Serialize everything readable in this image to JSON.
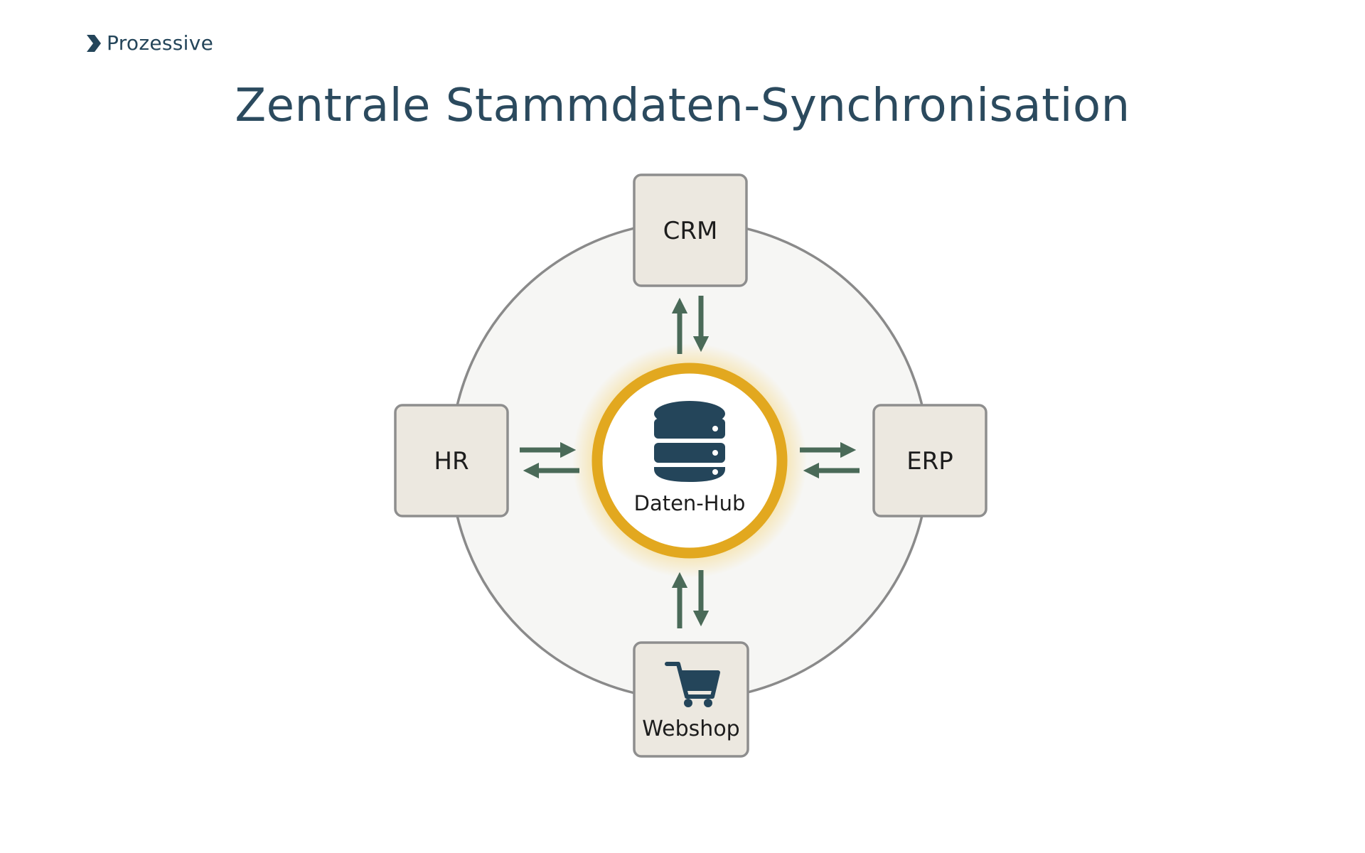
{
  "brand": {
    "name": "Prozessive",
    "logo_icon": "chevron-right-icon"
  },
  "title": "Zentrale Stammdaten-Synchronisation",
  "diagram": {
    "hub": {
      "label": "Daten-Hub",
      "icon": "database-icon"
    },
    "nodes": {
      "top": {
        "label": "CRM"
      },
      "left": {
        "label": "HR"
      },
      "right": {
        "label": "ERP"
      },
      "bottom": {
        "label": "Webshop",
        "icon": "shopping-cart-icon"
      }
    },
    "connections": [
      "CRM ⇄ Daten-Hub",
      "HR ⇄ Daten-Hub",
      "ERP ⇄ Daten-Hub",
      "Webshop ⇄ Daten-Hub"
    ],
    "colors": {
      "title": "#2b4a5e",
      "arrow": "#4a6a58",
      "hub_ring": "#e2a81f",
      "node_fill": "#ece8e0",
      "node_border": "#8e8e8e",
      "icon": "#24455a",
      "outer_circle": "#f6f6f4"
    }
  }
}
